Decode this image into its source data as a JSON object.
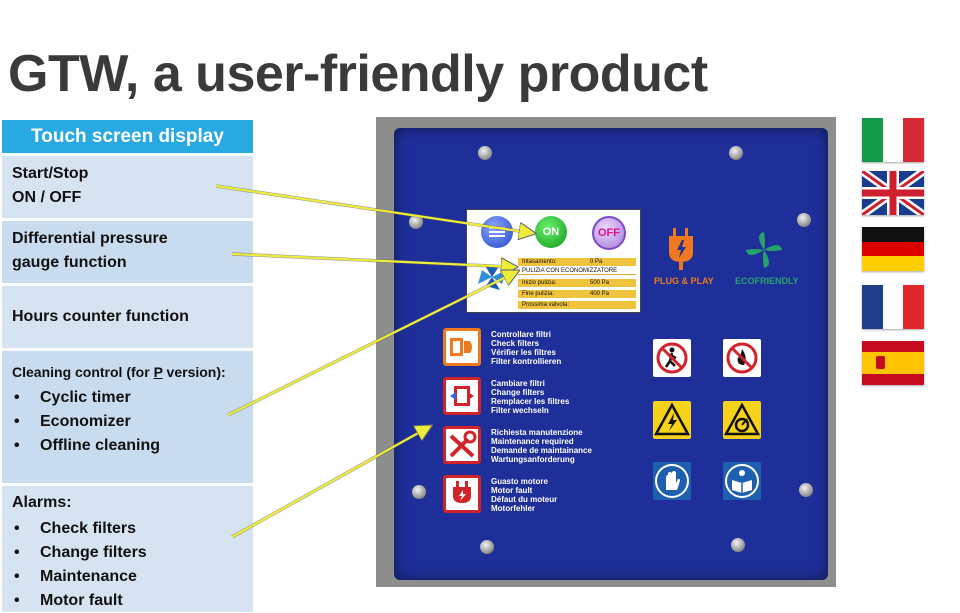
{
  "title": "GTW, a user-friendly product",
  "sidebar": {
    "header": "Touch screen display",
    "start_stop": {
      "line1": "Start/Stop",
      "line2": "ON / OFF"
    },
    "differential": {
      "line1": "Differential pressure",
      "line2": "gauge function"
    },
    "hours": "Hours counter function",
    "cleaning": {
      "head_pre": "Cleaning control (for ",
      "head_p": "P",
      "head_post": " version):",
      "items": [
        "Cyclic timer",
        "Economizer",
        "Offline cleaning"
      ]
    },
    "alarms": {
      "head": "Alarms:",
      "items": [
        "Check filters",
        "Change filters",
        "Maintenance",
        "Motor fault"
      ]
    }
  },
  "screen": {
    "on_label": "ON",
    "off_label": "OFF",
    "rows": [
      {
        "label": "Intasamento:",
        "value": "0 Pa"
      },
      {
        "label": "PULIZIA CON ECONOMIZZATORE",
        "value": ""
      },
      {
        "label": "Inizio pulizia:",
        "value": "500 Pa"
      },
      {
        "label": "Fine pulizia:",
        "value": "400 Pa"
      },
      {
        "label": "Prossima valvola:",
        "value": ""
      }
    ]
  },
  "logos": {
    "plug": "PLUG & PLAY",
    "eco": "ECOFRIENDLY"
  },
  "indicators": [
    {
      "lines": [
        "Controllare filtri",
        "Check filters",
        "Vérifier les filtres",
        "Filter kontrollieren"
      ]
    },
    {
      "lines": [
        "Cambiare filtri",
        "Change filters",
        "Remplacer les filtres",
        "Filter wechseln"
      ]
    },
    {
      "lines": [
        "Richiesta manutenzione",
        "Maintenance required",
        "Demande de maintainance",
        "Wartungsanforderung"
      ]
    },
    {
      "lines": [
        "Guasto motore",
        "Motor fault",
        "Défaut du moteur",
        "Motorfehler"
      ]
    }
  ],
  "colors": {
    "header": "#29a9e1",
    "box": "#d6e4f2",
    "panel": "#1e2f9a",
    "arrow": "#eeee3a"
  },
  "flags": [
    "Italian flag",
    "British flag",
    "German flag",
    "French flag",
    "Spanish flag"
  ]
}
